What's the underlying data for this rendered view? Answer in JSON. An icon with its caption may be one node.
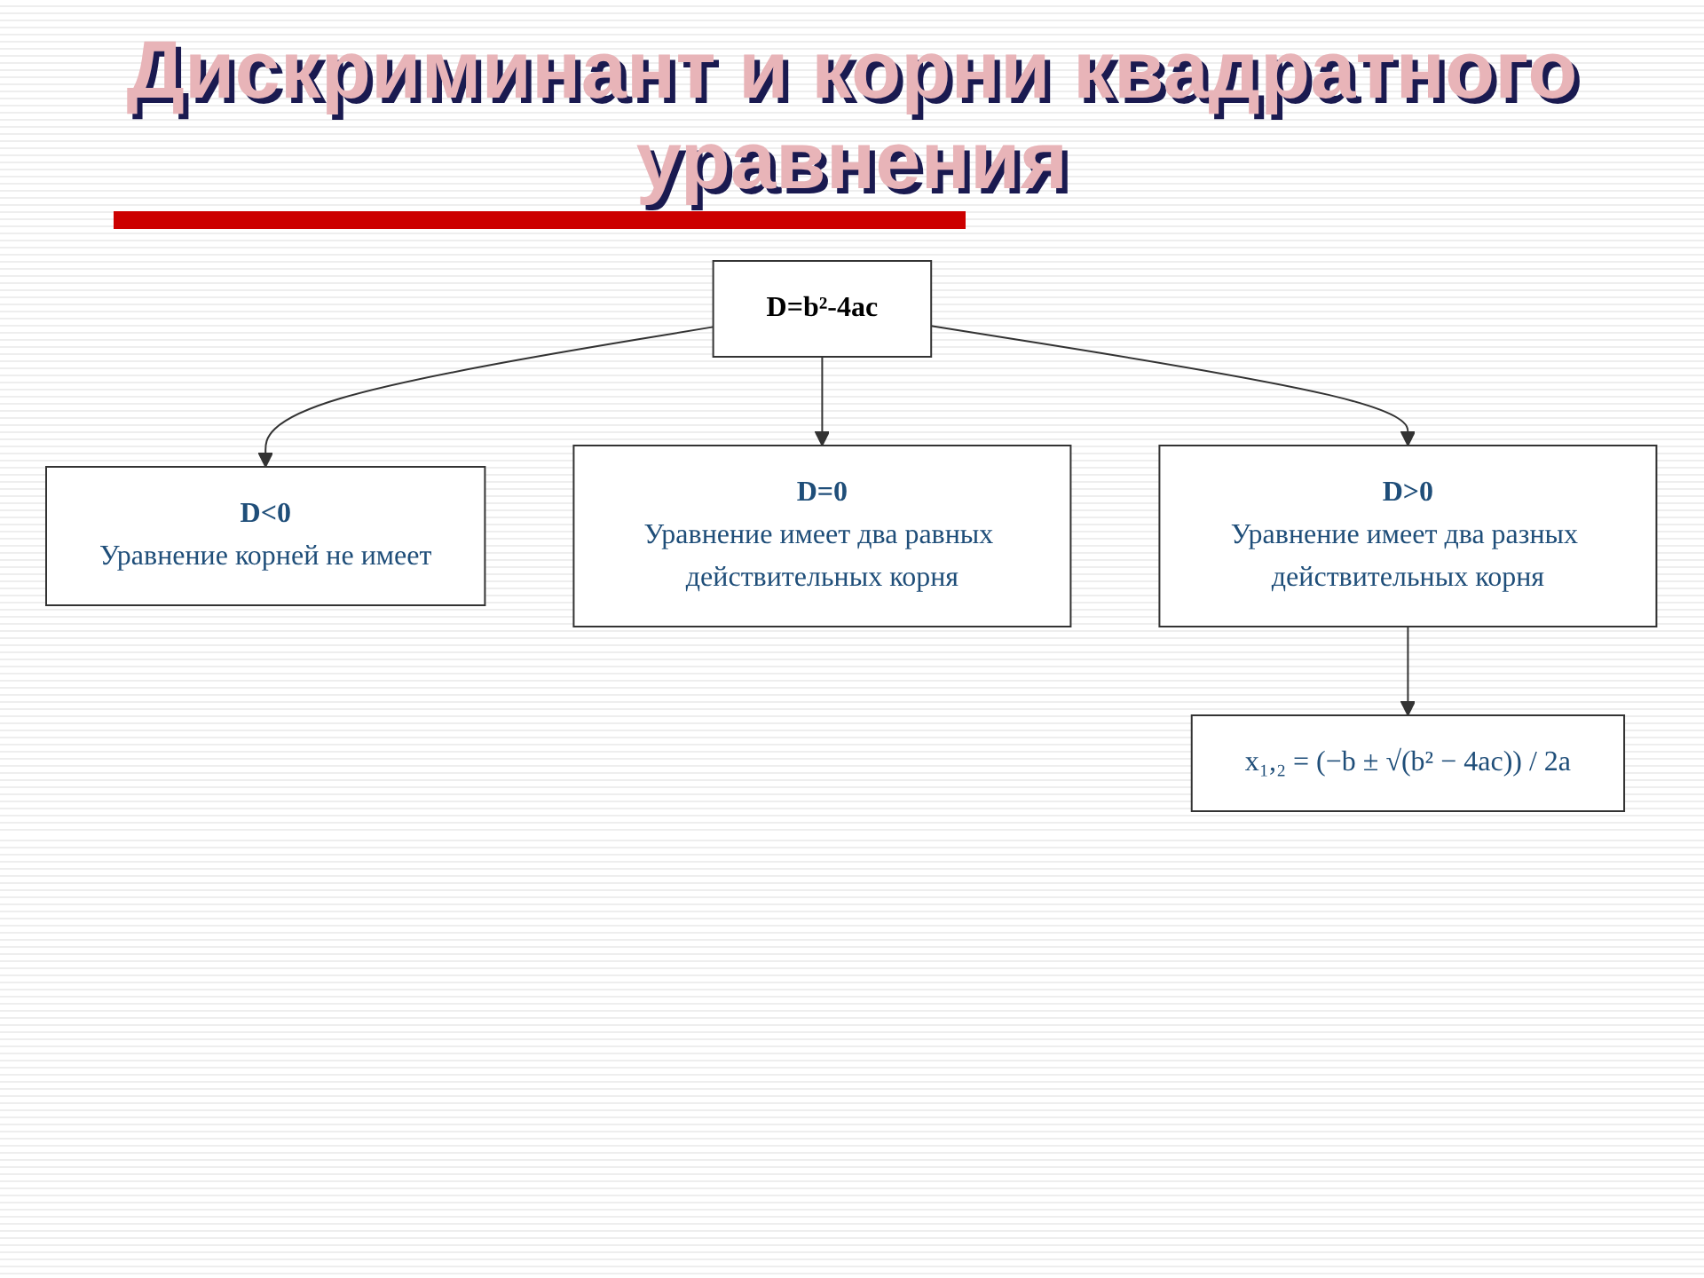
{
  "diagram": {
    "title": "Дискриминант и корни квадратного уравнения",
    "nodes": [
      {
        "text": [
          "D=b²-4ac"
        ]
      },
      {
        "text": [
          "D<0",
          "Уравнение корней не имеет"
        ]
      },
      {
        "text": [
          "D=0",
          "Уравнение имеет два равных действительных корня"
        ]
      },
      {
        "text": [
          "D>0",
          "Уравнение имеет два разных действительных корня"
        ]
      },
      {
        "text": [
          "x₁,₂ = (−b ± √(b² − 4ac)) / 2a"
        ]
      }
    ],
    "edges": [
      {
        "from": 0,
        "to": 1,
        "arrow": "to"
      },
      {
        "from": 0,
        "to": 2,
        "arrow": "to"
      },
      {
        "from": 0,
        "to": 3,
        "arrow": "to"
      },
      {
        "from": 3,
        "to": 4,
        "arrow": "to"
      }
    ]
  }
}
